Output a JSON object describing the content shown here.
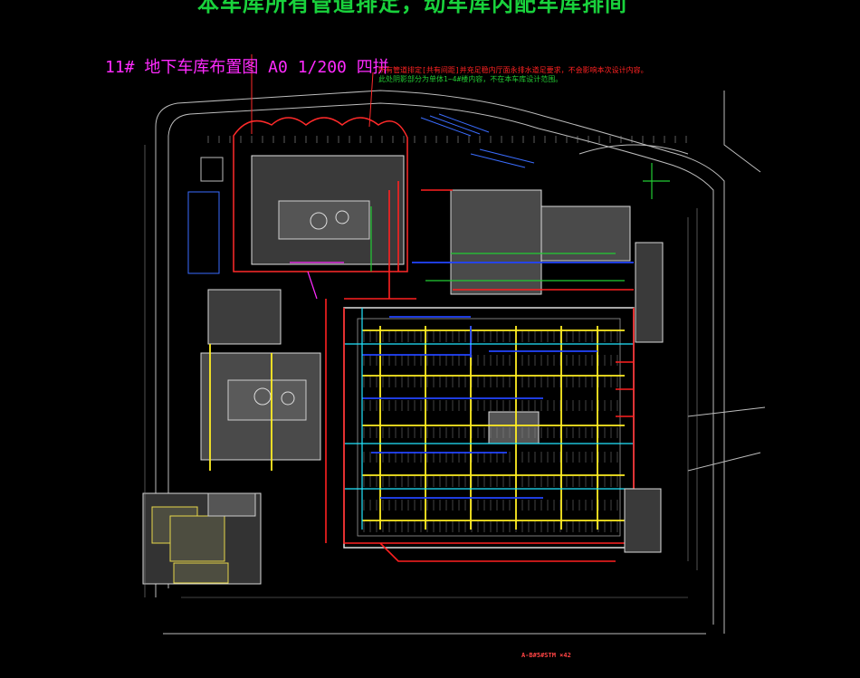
{
  "drawing": {
    "top_banner": "本车库所有管道排定，动车库内配车库排间",
    "title": "11# 地下车库布置图 A0 1/200 四拼",
    "note_line1": "所有管道排定[共有间距]并充足稳内厅面永排水道足要求，不会影响本次设计内容。",
    "note_line2": "此处阴影部分为单体1~4#楼内容，不在本车库设计范围。",
    "scale_label": "A-B#5#STM ×42"
  },
  "colors": {
    "background": "#000000",
    "boundary": "#cfcfcf",
    "water_supply": "#ff2020",
    "drainage": "#2244ff",
    "fire": "#ffee22",
    "sprinkler": "#22e6ff",
    "green": "#22cc33",
    "magenta": "#ff2bff"
  }
}
